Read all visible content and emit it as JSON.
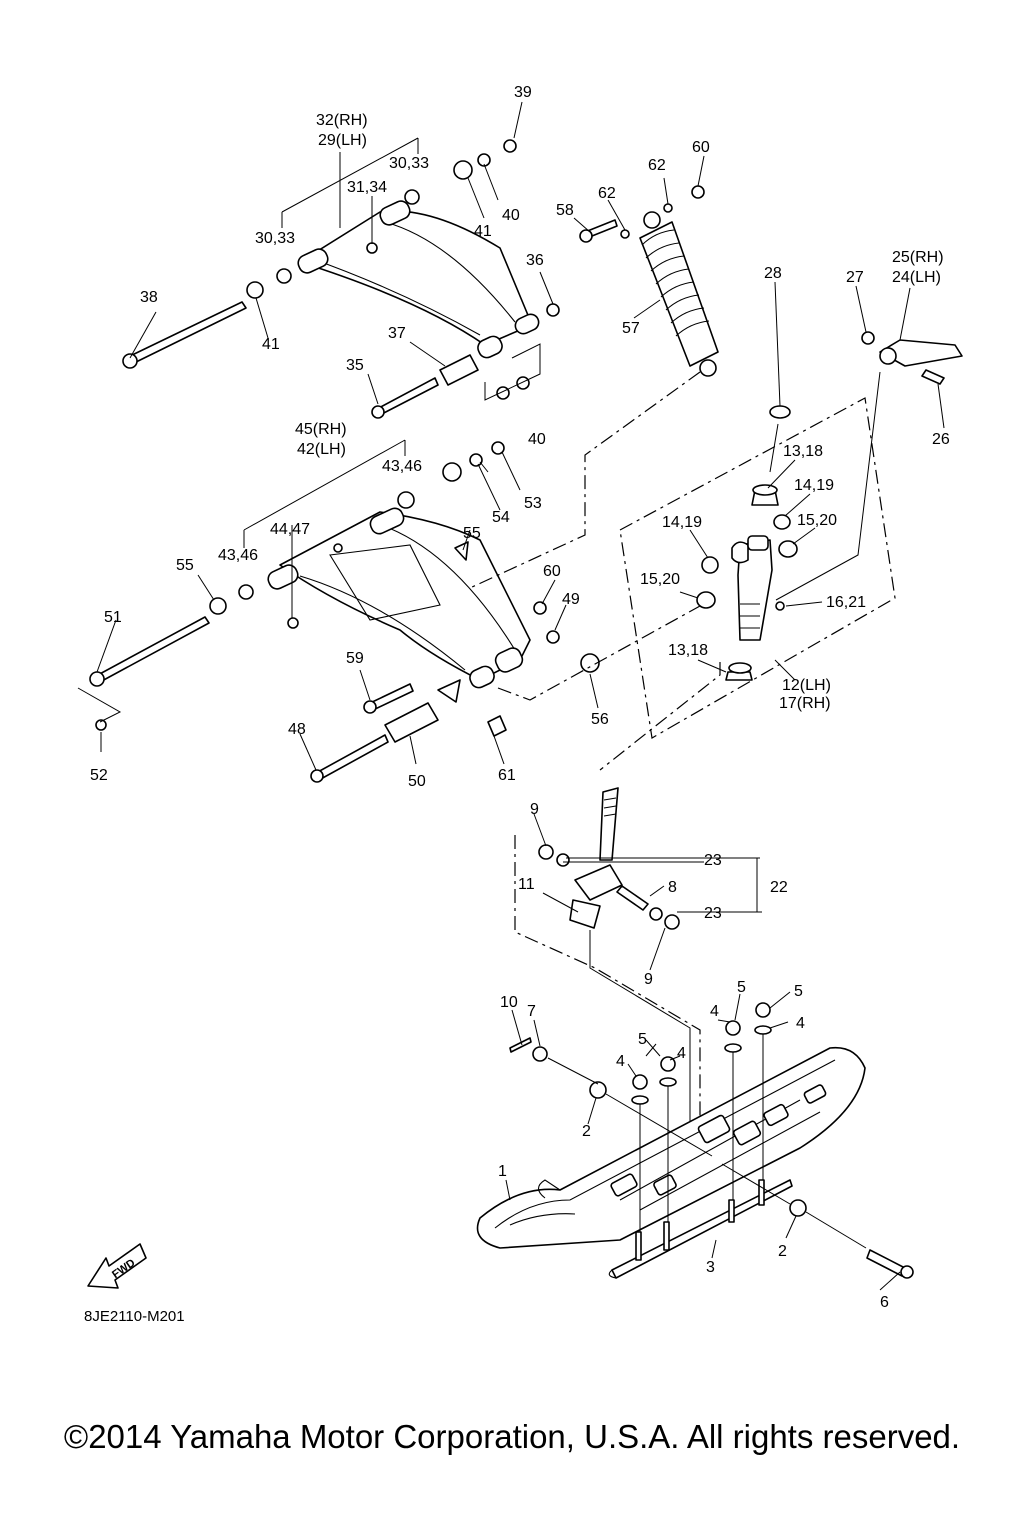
{
  "diagram_code": "8JE2110-M201",
  "copyright": "©2014 Yamaha Motor Corporation, U.S.A. All rights reserved.",
  "fwd_label": "FWD",
  "part_labels": [
    "1",
    "2",
    "2",
    "3",
    "4",
    "4",
    "4",
    "4",
    "5",
    "5",
    "5",
    "6",
    "7",
    "8",
    "9",
    "9",
    "10",
    "11",
    "12(LH)",
    "17(RH)",
    "13,18",
    "13,18",
    "14,19",
    "14,19",
    "15,20",
    "15,20",
    "16,21",
    "22",
    "23",
    "23",
    "24(LH)",
    "25(RH)",
    "26",
    "27",
    "28",
    "29(LH)",
    "32(RH)",
    "30,33",
    "30,33",
    "31,34",
    "35",
    "36",
    "37",
    "38",
    "39",
    "40",
    "40",
    "41",
    "41",
    "42(LH)",
    "45(RH)",
    "43,46",
    "43,46",
    "44,47",
    "48",
    "49",
    "50",
    "51",
    "52",
    "53",
    "54",
    "55",
    "55",
    "56",
    "57",
    "58",
    "59",
    "60",
    "60",
    "61",
    "62",
    "62"
  ]
}
